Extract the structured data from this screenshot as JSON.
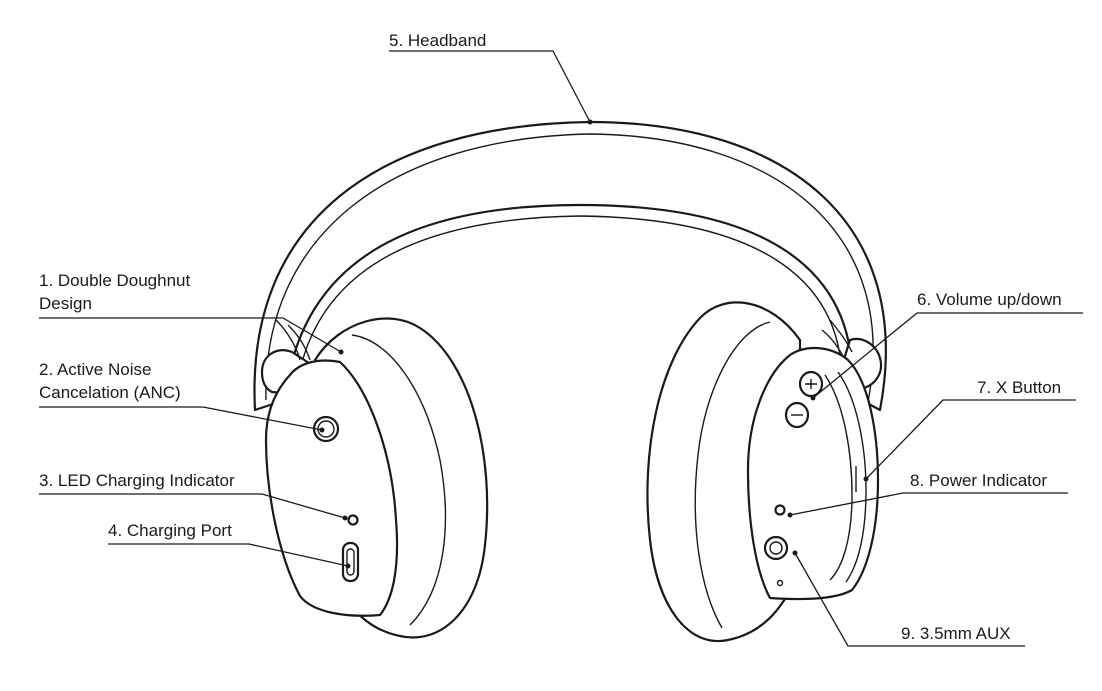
{
  "diagram": {
    "callouts": {
      "double_doughnut_line1": "1. Double Doughnut",
      "double_doughnut_line2": "Design",
      "anc_line1": "2. Active Noise",
      "anc_line2": "Cancelation (ANC)",
      "led_indicator": "3. LED Charging Indicator",
      "charging_port": "4. Charging Port",
      "headband": "5. Headband",
      "volume": "6.  Volume up/down",
      "x_button": "7. X Button",
      "power_indicator": "8. Power Indicator",
      "aux": "9. 3.5mm AUX"
    },
    "colors": {
      "line": "#1a1a1a",
      "background": "#ffffff"
    }
  }
}
